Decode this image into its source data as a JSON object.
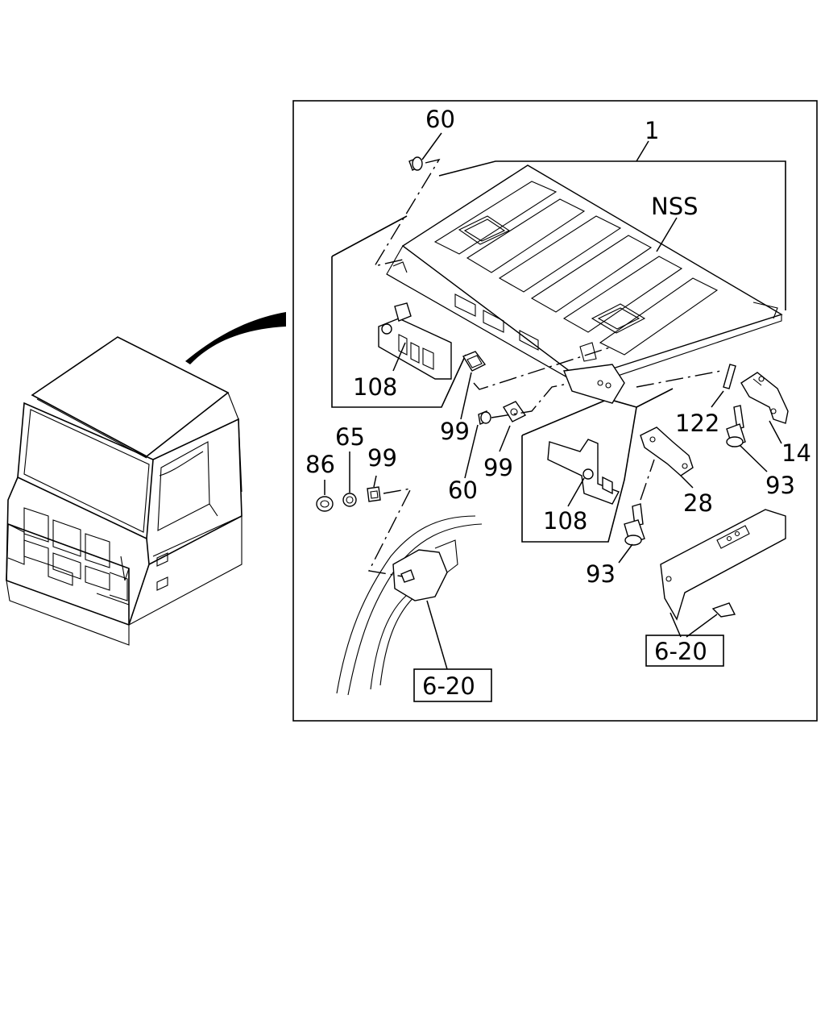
{
  "diagram": {
    "labels": {
      "p60_top": "60",
      "p1": "1",
      "nss": "NSS",
      "p108_left": "108",
      "p99_mid": "99",
      "p60_mid": "60",
      "p99_right": "99",
      "p65": "65",
      "p86": "86",
      "p99_small": "99",
      "p122": "122",
      "p14": "14",
      "p93_right": "93",
      "p28": "28",
      "p108_bottom": "108",
      "p93_bottom": "93",
      "ref_left": "6-20",
      "ref_right": "6-20"
    }
  }
}
